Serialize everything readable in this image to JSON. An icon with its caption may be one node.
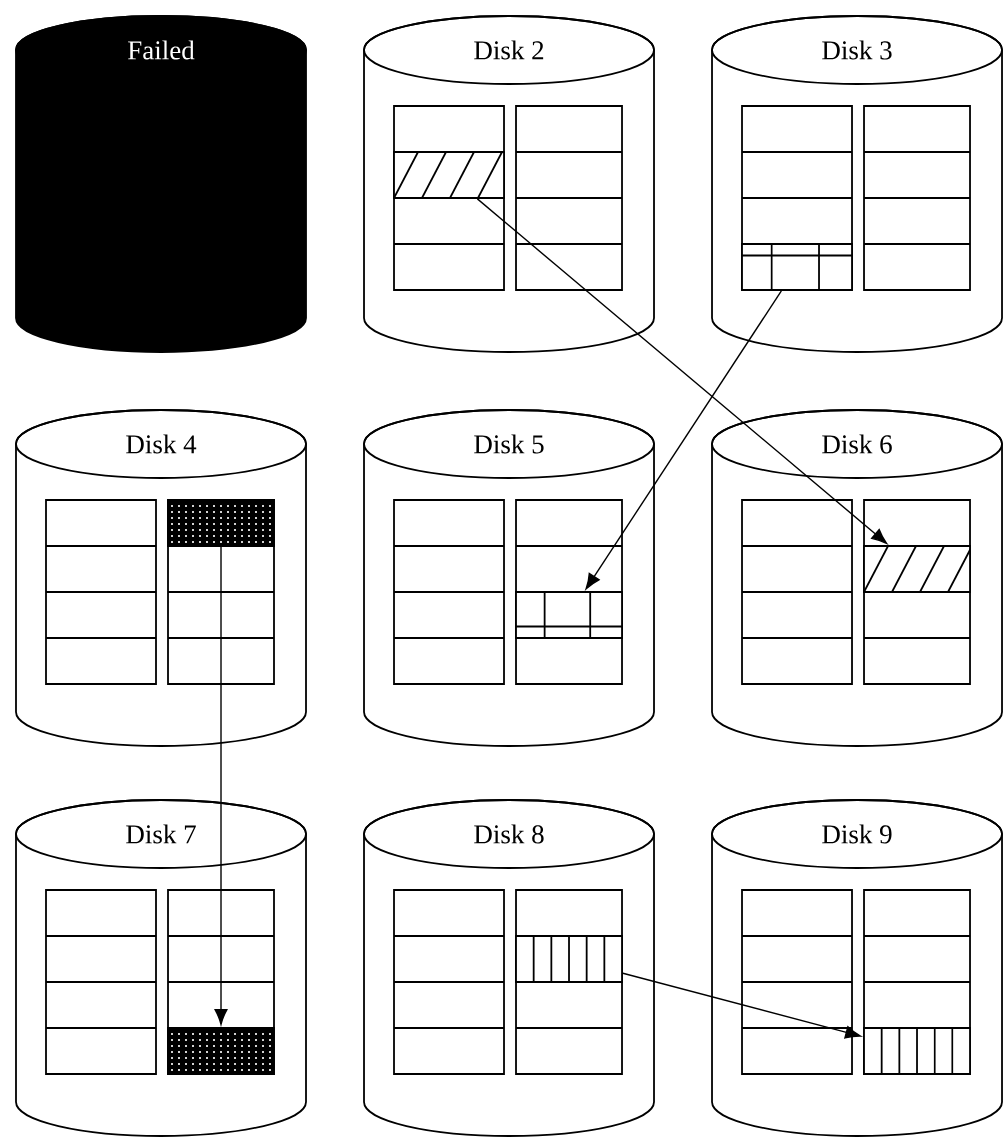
{
  "diagram": {
    "nodes": [
      {
        "text": [
          "Failed"
        ]
      },
      {
        "text": [
          "Disk 2"
        ]
      },
      {
        "text": [],
        "shape": "box",
        "in": 1
      },
      {
        "text": [
          "Disk 3"
        ]
      },
      {
        "text": [],
        "shape": "box",
        "in": 3
      },
      {
        "text": [
          "Disk 4"
        ]
      },
      {
        "text": [],
        "shape": "box",
        "in": 5
      },
      {
        "text": [
          "Disk 5"
        ]
      },
      {
        "text": [],
        "shape": "box",
        "in": 7
      },
      {
        "text": [
          "Disk 6"
        ]
      },
      {
        "text": [],
        "shape": "box",
        "in": 9
      },
      {
        "text": [
          "Disk 7"
        ]
      },
      {
        "text": [],
        "shape": "box",
        "in": 11
      },
      {
        "text": [
          "Disk 8"
        ]
      },
      {
        "text": [],
        "shape": "box",
        "in": 13
      },
      {
        "text": [
          "Disk 9"
        ]
      },
      {
        "text": [],
        "shape": "box",
        "in": 15
      }
    ],
    "edges": [
      {
        "from": 2,
        "to": 10,
        "arrow": "to"
      },
      {
        "from": 4,
        "to": 8,
        "arrow": "to"
      },
      {
        "from": 6,
        "to": 12,
        "arrow": "to"
      },
      {
        "from": 14,
        "to": 16,
        "arrow": "to"
      }
    ]
  }
}
